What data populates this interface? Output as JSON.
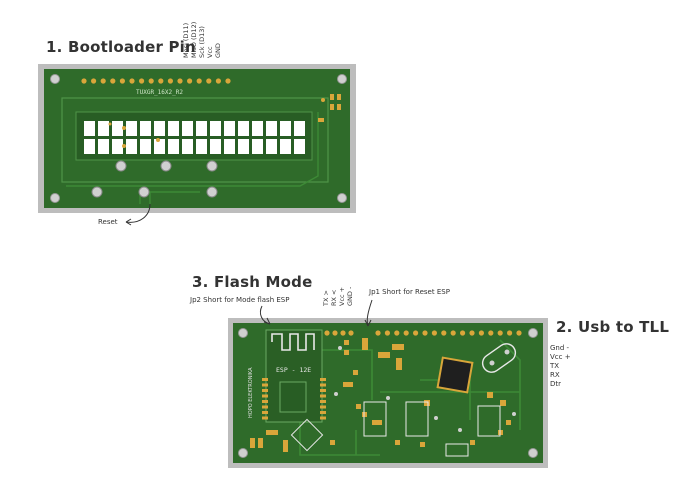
{
  "section1": {
    "title": "1. Bootloader Pin",
    "pins": [
      "Mosi (D11)",
      "MisO (D12)",
      "Sck (D13)",
      "Vcc",
      "GND"
    ],
    "board_label": "TUXGR_16X2_R2",
    "reset_label": "Reset"
  },
  "section3": {
    "title": "3. Flash Mode",
    "jp2_note": "Jp2 Short for Mode flash ESP",
    "jp1_note": "Jp1 Short for Reset ESP",
    "pins": [
      "TX >",
      "RX <",
      "Vcc +",
      "GND -"
    ],
    "esp_label": "ESP - 12E",
    "side_label": "HOPO ELEKTRONIKA"
  },
  "section2": {
    "title": "2. Usb to TLL",
    "pins": [
      "Gnd -",
      "Vcc +",
      "TX",
      "RX",
      "Dtr"
    ]
  },
  "colors": {
    "board": "#2f6b2a",
    "board_edge": "#bdbdbd",
    "pad": "#d9a63a",
    "trace": "#3d8a36",
    "lcd_window": "#ffffff"
  }
}
